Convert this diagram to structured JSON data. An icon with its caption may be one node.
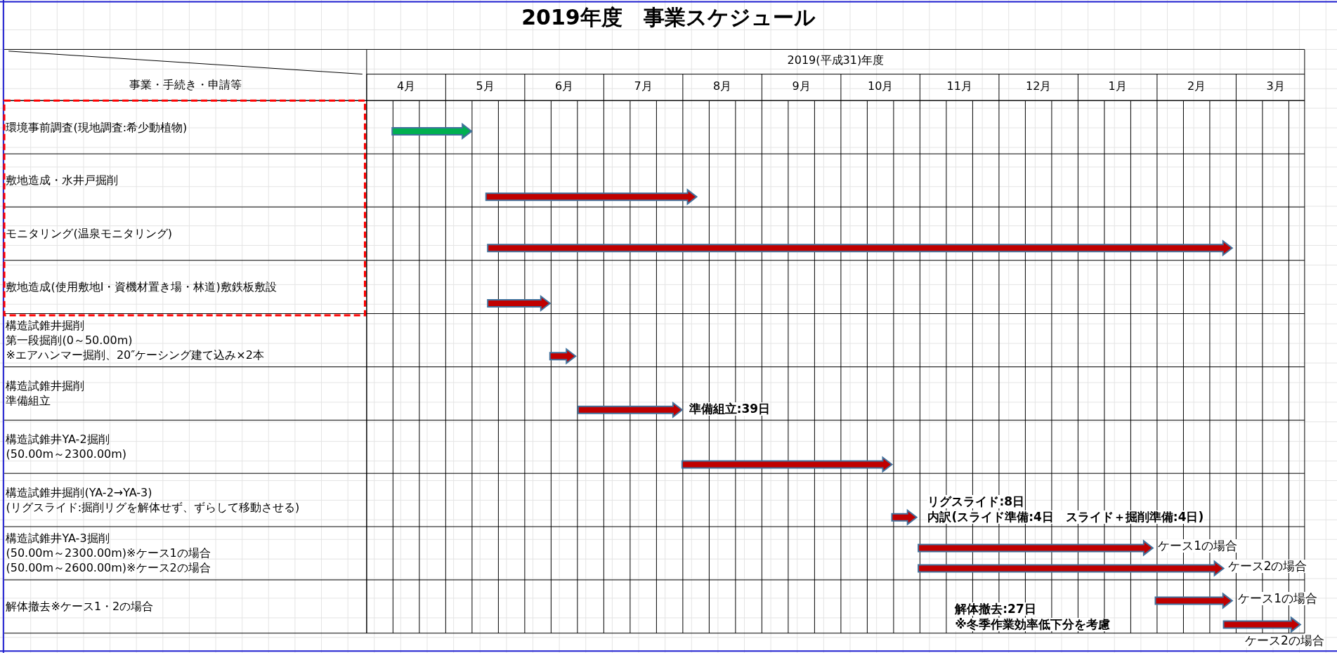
{
  "diagram": {
    "title": "2019年度　事業スケジュール",
    "labels": [
      "2019(平成31)年度",
      "事業・手続き・申請等",
      "4月",
      "5月",
      "6月",
      "7月",
      "8月",
      "9月",
      "10月",
      "11月",
      "12月",
      "1月",
      "2月",
      "3月",
      "環境事前調査(現地調査:希少動植物)",
      "敷地造成・水井戸掘削",
      "モニタリング(温泉モニタリング)",
      "敷地造成(使用敷地Ⅰ・資機材置き場・林道)敷鉄板敷設",
      "構造試錐井掘削",
      "第一段掘削(0～50.00m)",
      "※エアハンマー掘削、20″ケーシング建て込み×2本",
      "構造試錐井掘削",
      "準備組立",
      "準備組立:39日",
      "構造試錐井YA-2掘削",
      "(50.00m～2300.00m)",
      "構造試錐井掘削(YA-2→YA-3)",
      "(リグスライド:掘削リグを解体せず、ずらして移動させる)",
      "リグスライド:8日",
      "内訳(スライド準備:4日　スライド＋掘削準備:4日)",
      "構造試錐井YA-3掘削",
      "(50.00m～2300.00m)※ケース1の場合",
      "(50.00m～2600.00m)※ケース2の場合",
      "ケース1の場合",
      "ケース2の場合",
      "解体撤去※ケース1・2の場合",
      "ケース1の場合",
      "解体撤去:27日",
      "※冬季作業効率低下分を考慮",
      "ケース2の場合"
    ]
  }
}
